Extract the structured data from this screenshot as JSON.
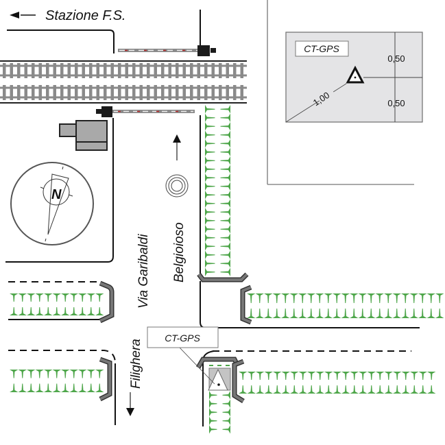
{
  "diagram": {
    "title": "Planimetria posizionamento caposaldo CT-GPS",
    "labels": {
      "station": "Stazione F.S.",
      "via_garibaldi": "Via Garibaldi",
      "belgioioso": "Belgioioso",
      "filighera": "Filighera",
      "north": "N"
    },
    "marker": {
      "name": "CT-GPS",
      "symbol": "triangle-with-dot"
    },
    "detail_inset": {
      "marker_label": "CT-GPS",
      "distances": {
        "diagonal": "1,00",
        "top": "0,50",
        "bottom": "0,50"
      }
    },
    "directions": {
      "station_arrow": "left",
      "belgioioso_arrow": "up",
      "filighera_arrow": "down"
    },
    "colors": {
      "crosswalk_green": "#4ea64a",
      "rail_grey": "#8a8a8a",
      "barrier_red": "#b22222",
      "curb_grey": "#6e6e6e",
      "inset_fill": "#e4e4e6",
      "building_grey": "#a9a9a9"
    },
    "symbols": {
      "level_crossing_barrier": "barrier-icon",
      "manhole": "concentric-circles-icon",
      "building": "building-icon",
      "compass": "compass-icon"
    }
  }
}
